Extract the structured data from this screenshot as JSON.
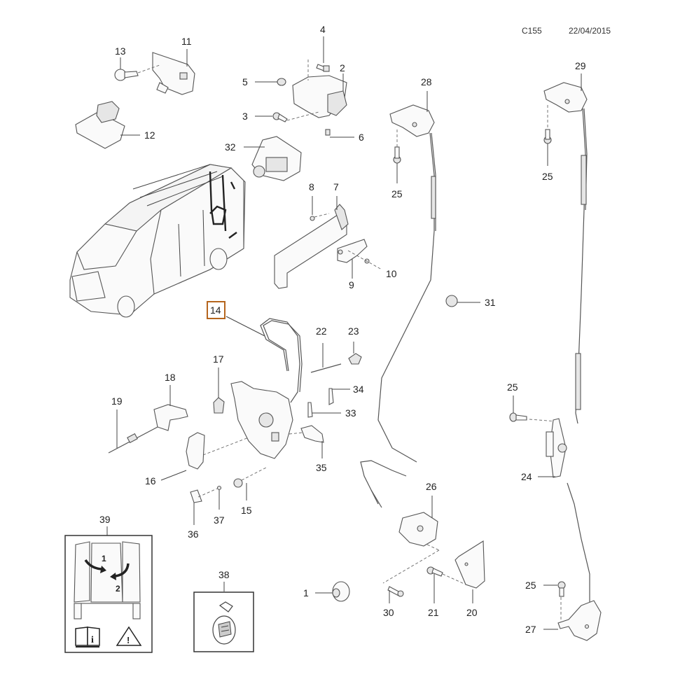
{
  "header": {
    "catalog_code": "C155",
    "date": "22/04/2015"
  },
  "highlight_color": "#b5651d",
  "highlighted_part": "14",
  "callouts": {
    "p1": "1",
    "p2": "2",
    "p3": "3",
    "p4": "4",
    "p5": "5",
    "p6": "6",
    "p7": "7",
    "p8": "8",
    "p9": "9",
    "p10": "10",
    "p11": "11",
    "p12": "12",
    "p13": "13",
    "p14": "14",
    "p15": "15",
    "p16": "16",
    "p17": "17",
    "p18": "18",
    "p19": "19",
    "p20": "20",
    "p21": "21",
    "p22": "22",
    "p23": "23",
    "p24": "24",
    "p25a": "25",
    "p25b": "25",
    "p25c": "25",
    "p25d": "25",
    "p26": "26",
    "p27": "27",
    "p28": "28",
    "p29": "29",
    "p30": "30",
    "p31": "31",
    "p32": "32",
    "p33": "33",
    "p34": "34",
    "p35": "35",
    "p36": "36",
    "p37": "37",
    "p38": "38",
    "p39": "39"
  },
  "instruction_box_39": {
    "step1": "1",
    "step2": "2",
    "icons": [
      "manual-info-icon",
      "warning-triangle-icon"
    ]
  },
  "kit_box_38": {
    "icon": "parts-bag-icon"
  }
}
